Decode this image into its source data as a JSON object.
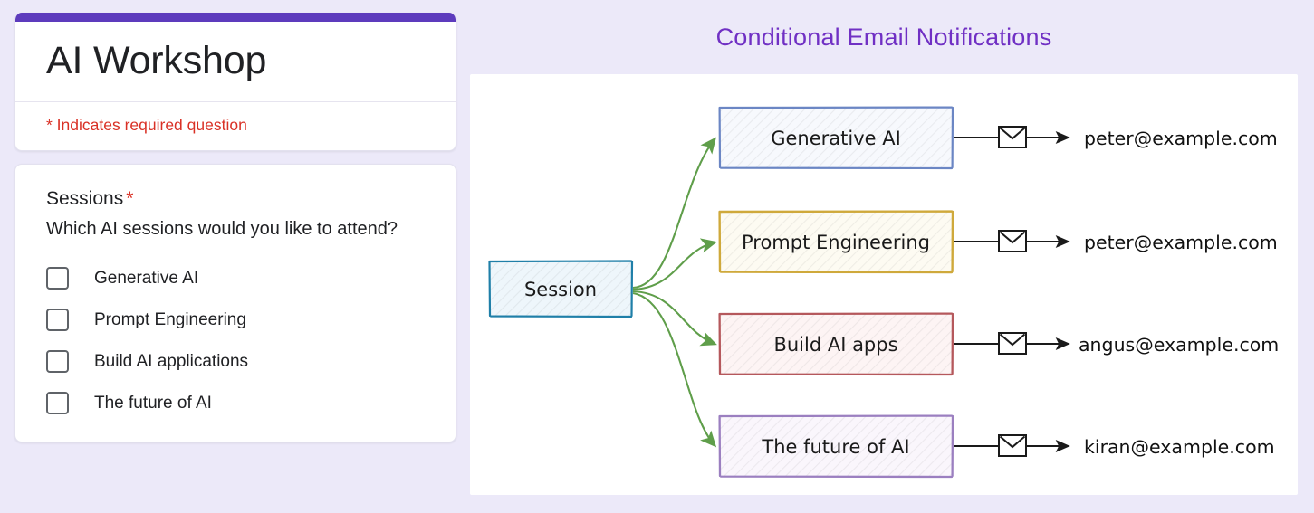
{
  "page": {
    "background_color": "#ece9f9"
  },
  "form": {
    "accent_color": "#5d3bbd",
    "title": "AI Workshop",
    "required_note": "* Indicates required question",
    "question": {
      "title": "Sessions",
      "required_star": "*",
      "subtitle": "Which AI sessions would you like to attend?",
      "options": [
        {
          "label": "Generative AI",
          "checked": false
        },
        {
          "label": "Prompt Engineering",
          "checked": false
        },
        {
          "label": "Build AI applications",
          "checked": false
        },
        {
          "label": "The future of AI",
          "checked": false
        }
      ]
    }
  },
  "diagram": {
    "title": "Conditional Email Notifications",
    "title_color": "#7030c4",
    "source": {
      "label": "Session",
      "stroke": "#1f7fa8",
      "fill": "#eef6fb"
    },
    "arrow_color": "#5f9e4a",
    "connector_color": "#222222",
    "branches": [
      {
        "label": "Generative AI",
        "stroke": "#6b86c4",
        "fill": "#f7f9fd",
        "email": "peter@example.com",
        "icon": "envelope-icon"
      },
      {
        "label": "Prompt Engineering",
        "stroke": "#cfa93b",
        "fill": "#fdfbf2",
        "email": "peter@example.com",
        "icon": "envelope-icon"
      },
      {
        "label": "Build AI apps",
        "stroke": "#b5585c",
        "fill": "#fdf4f4",
        "email": "angus@example.com",
        "icon": "envelope-icon"
      },
      {
        "label": "The future of AI",
        "stroke": "#9b7fc0",
        "fill": "#faf6fc",
        "email": "kiran@example.com",
        "icon": "envelope-icon"
      }
    ]
  }
}
